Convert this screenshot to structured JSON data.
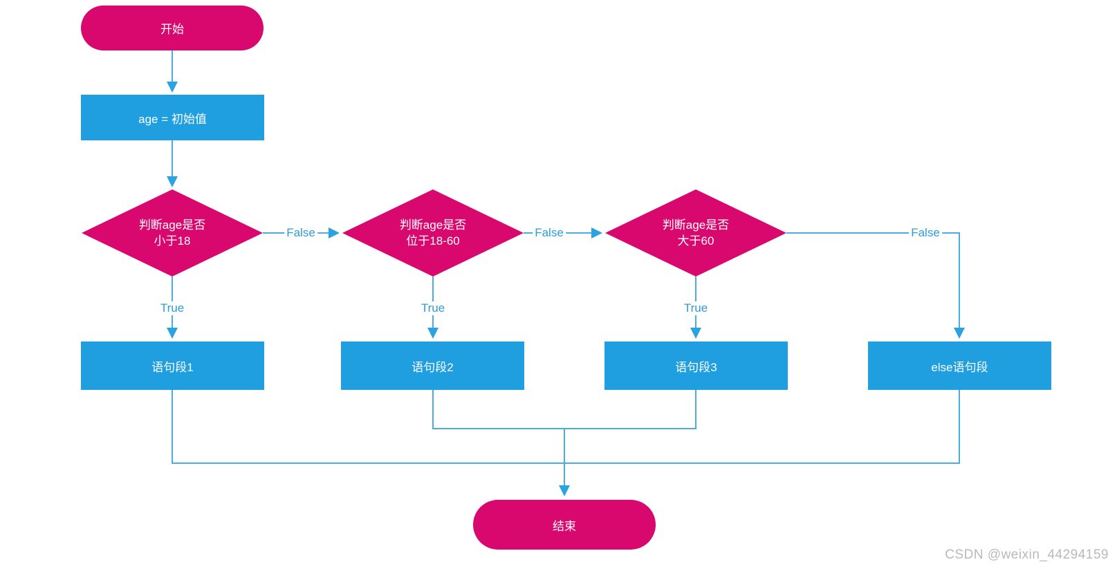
{
  "colors": {
    "pink": "#d8086e",
    "box_blue": "#1f9fe0",
    "line_blue": "#4aace2",
    "arrow_blue": "#2aa3e0",
    "label_blue": "#2e9bd5",
    "node_text": "#ffffff",
    "watermark_gray": "#b9b9b9"
  },
  "diagram": {
    "type": "flowchart",
    "nodes": {
      "start": {
        "label": "开始",
        "shape": "rounded"
      },
      "init": {
        "label": "age = 初始值",
        "shape": "process"
      },
      "cond1": {
        "label": "判断age是否\n小于18",
        "shape": "decision"
      },
      "cond2": {
        "label": "判断age是否\n位于18-60",
        "shape": "decision"
      },
      "cond3": {
        "label": "判断age是否\n大于60",
        "shape": "decision"
      },
      "stmt1": {
        "label": "语句段1",
        "shape": "process"
      },
      "stmt2": {
        "label": "语句段2",
        "shape": "process"
      },
      "stmt3": {
        "label": "语句段3",
        "shape": "process"
      },
      "else_block": {
        "label": "else语句段",
        "shape": "process"
      },
      "end": {
        "label": "结束",
        "shape": "rounded"
      }
    },
    "edge_labels": {
      "true1": "True",
      "true2": "True",
      "true3": "True",
      "false1": "False",
      "false2": "False",
      "false3": "False"
    }
  },
  "watermark": "CSDN @weixin_44294159"
}
